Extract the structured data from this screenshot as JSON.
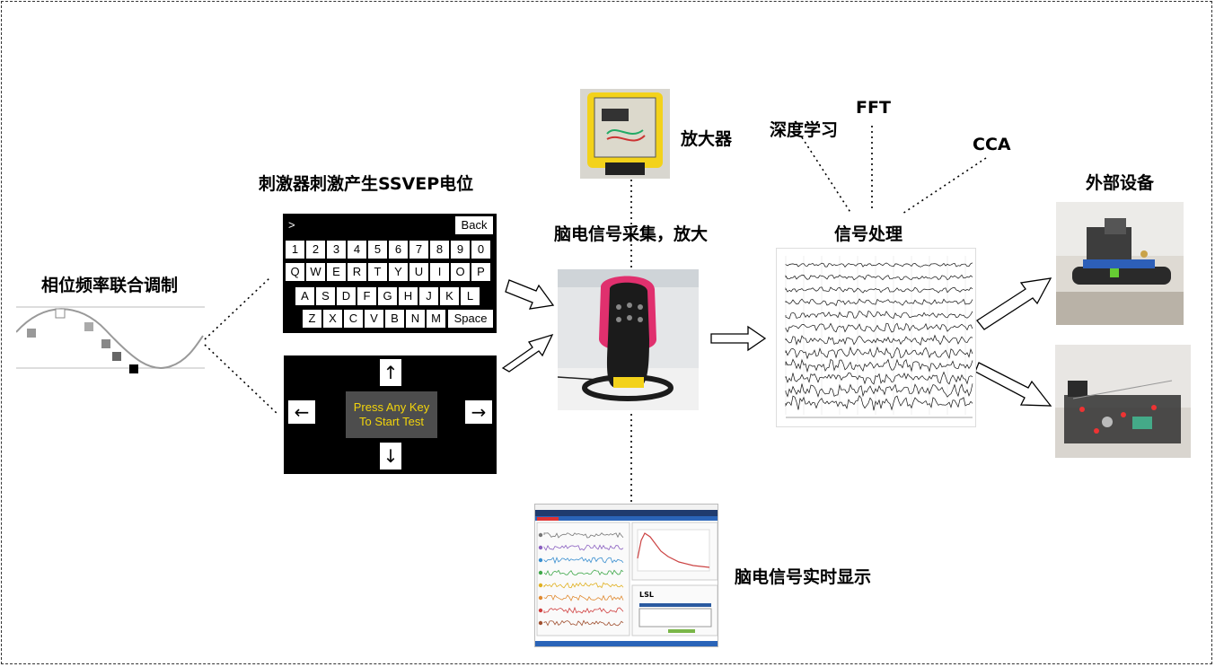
{
  "labels": {
    "modulation": "相位频率联合调制",
    "stimulator": "刺激器刺激产生SSVEP电位",
    "amplifier": "放大器",
    "acquisition": "脑电信号采集，放大",
    "processing": "信号处理",
    "deep_learning": "深度学习",
    "fft": "FFT",
    "cca": "CCA",
    "external": "外部设备",
    "realtime": "脑电信号实时显示"
  },
  "keyboard": {
    "input": ">",
    "back": "Back",
    "row1": [
      "1",
      "2",
      "3",
      "4",
      "5",
      "6",
      "7",
      "8",
      "9",
      "0"
    ],
    "row2": [
      "Q",
      "W",
      "E",
      "R",
      "T",
      "Y",
      "U",
      "I",
      "O",
      "P"
    ],
    "row3": [
      "A",
      "S",
      "D",
      "F",
      "G",
      "H",
      "J",
      "K",
      "L"
    ],
    "row4": [
      "Z",
      "X",
      "C",
      "V",
      "B",
      "N",
      "M"
    ],
    "space": "Space"
  },
  "arrow_screen": {
    "up": "↑",
    "down": "↓",
    "left": "←",
    "right": "→",
    "line1": "Press Any Key",
    "line2": "To Start Test"
  },
  "gui": {
    "lsl": "LSL"
  },
  "colors": {
    "keyboard_bg": "#000000",
    "press_text": "#f2d40b",
    "cap": "#e0306e",
    "amp_yellow": "#f3d21a"
  }
}
